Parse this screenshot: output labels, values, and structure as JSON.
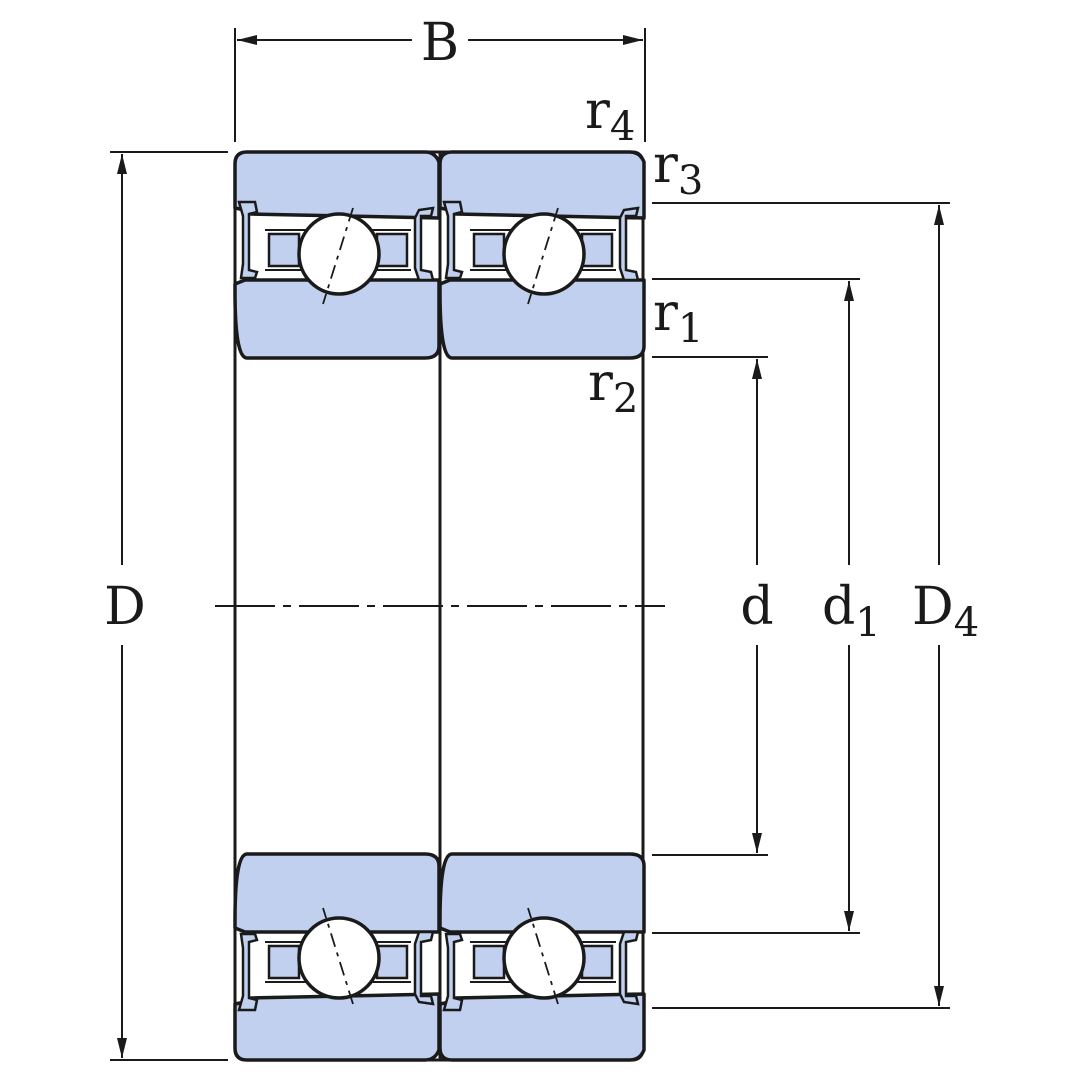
{
  "labels": {
    "B": "B",
    "D": "D",
    "d": "d",
    "d1_base": "d",
    "d1_sub": "1",
    "D4_base": "D",
    "D4_sub": "4",
    "r1_base": "r",
    "r1_sub": "1",
    "r2_base": "r",
    "r2_sub": "2",
    "r3_base": "r",
    "r3_sub": "3",
    "r4_base": "r",
    "r4_sub": "4"
  },
  "colors": {
    "ring_fill": "#c0d0ee",
    "line": "#1a1a1a"
  }
}
